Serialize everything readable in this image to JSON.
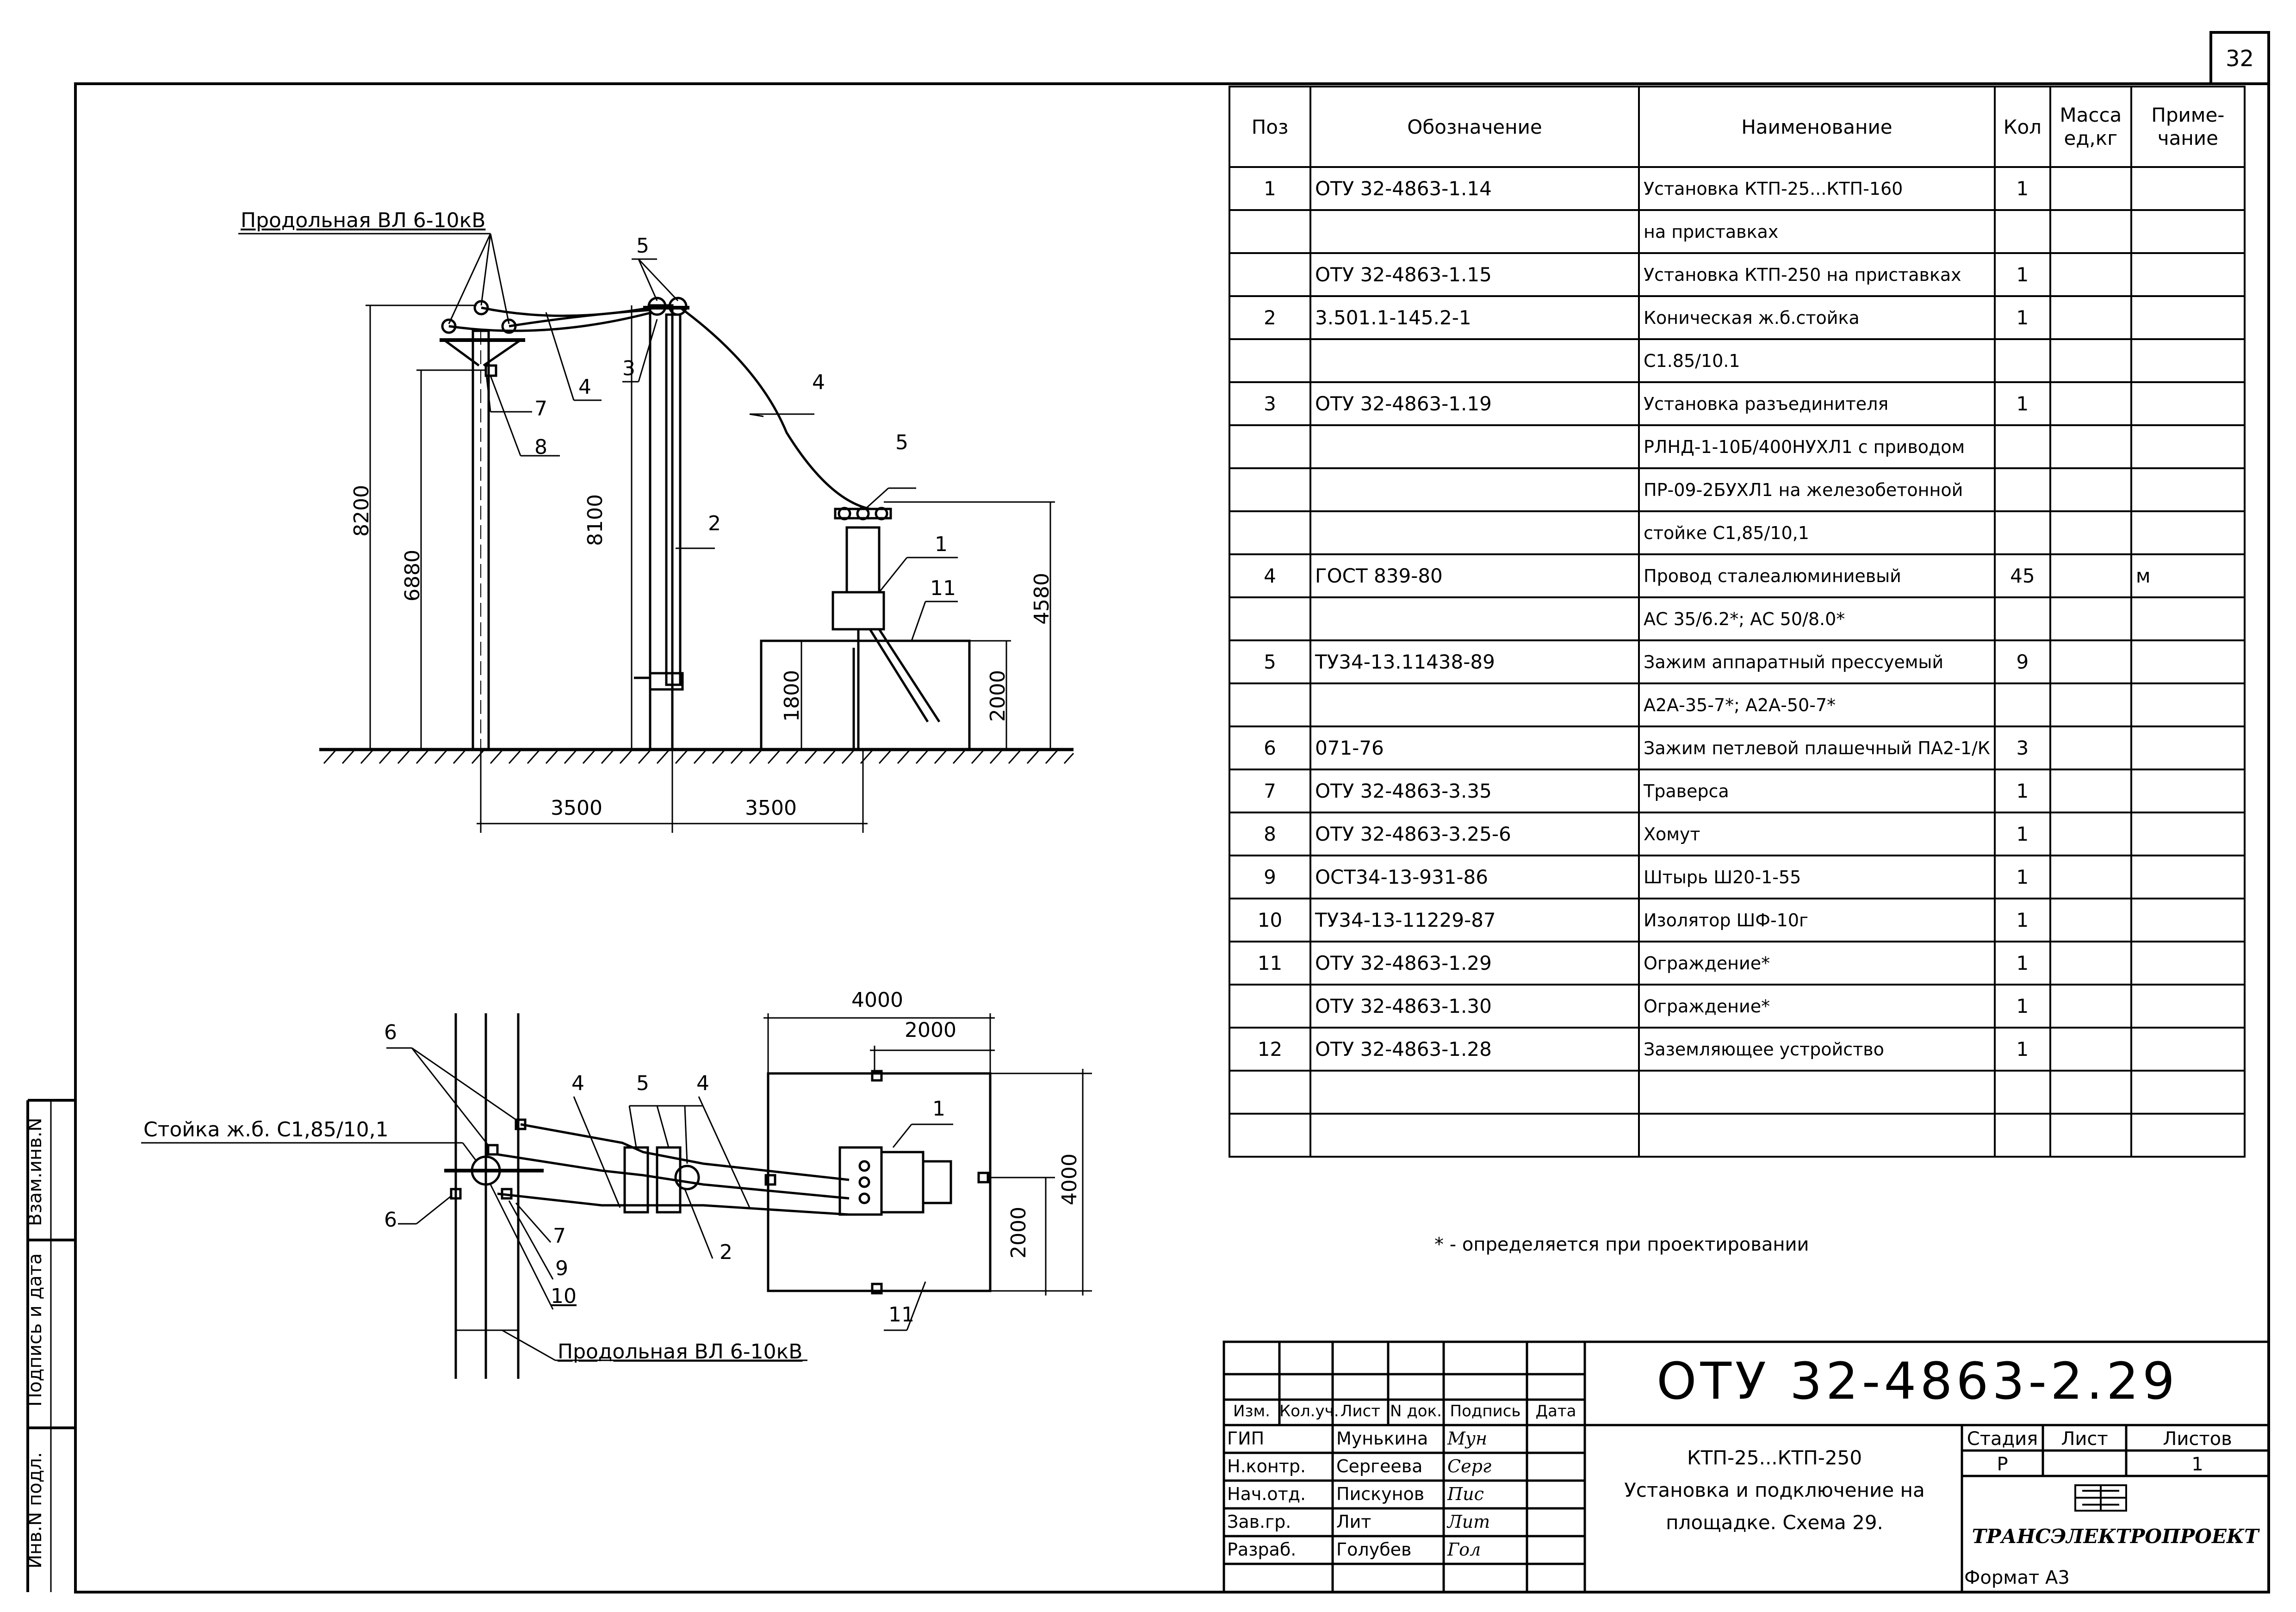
{
  "sheet_number": "32",
  "left_margin_labels": [
    "Инв.N подл.",
    "Подпись и дата",
    "Взам.инв.N"
  ],
  "elevation": {
    "line_label": "Продольная ВЛ 6-10кВ",
    "dims": {
      "h8200": "8200",
      "h6880": "6880",
      "h8100": "8100",
      "h4580": "4580",
      "h1800": "1800",
      "h2000": "2000",
      "w3500a": "3500",
      "w3500b": "3500"
    },
    "callouts": {
      "c5a": "5",
      "c3": "3",
      "c4a": "4",
      "c7": "7",
      "c8": "8",
      "c4b": "4",
      "c2": "2",
      "c5b": "5",
      "c1": "1",
      "c11": "11"
    }
  },
  "plan": {
    "post_label": "Стойка ж.б. С1,85/10,1",
    "line_label": "Продольная ВЛ 6-10кВ",
    "dims": {
      "w4000": "4000",
      "w2000": "2000",
      "h4000": "4000",
      "h2000": "2000"
    },
    "callouts": {
      "c6a": "6",
      "c4a": "4",
      "c5": "5",
      "c4b": "4",
      "c1": "1",
      "c6b": "6",
      "c7": "7",
      "c9": "9",
      "c10": "10",
      "c2": "2",
      "c11": "11"
    }
  },
  "spec_table": {
    "headers": {
      "pos": "Поз",
      "designation": "Обозначение",
      "name": "Наименование",
      "qty": "Кол",
      "mass": "Масса ед,кг",
      "note": "Приме-чание"
    },
    "rows": [
      {
        "pos": "1",
        "designation": "ОТУ 32-4863-1.14",
        "name": "Установка КТП-25...КТП-160",
        "qty": "1",
        "mass": "",
        "note": ""
      },
      {
        "pos": "",
        "designation": "",
        "name": "на приставках",
        "qty": "",
        "mass": "",
        "note": ""
      },
      {
        "pos": "",
        "designation": "ОТУ 32-4863-1.15",
        "name": "Установка КТП-250 на приставках",
        "qty": "1",
        "mass": "",
        "note": ""
      },
      {
        "pos": "2",
        "designation": "3.501.1-145.2-1",
        "name": "Коническая ж.б.стойка",
        "qty": "1",
        "mass": "",
        "note": ""
      },
      {
        "pos": "",
        "designation": "",
        "name": "С1.85/10.1",
        "qty": "",
        "mass": "",
        "note": ""
      },
      {
        "pos": "3",
        "designation": "ОТУ 32-4863-1.19",
        "name": "Установка разъединителя",
        "qty": "1",
        "mass": "",
        "note": ""
      },
      {
        "pos": "",
        "designation": "",
        "name": "РЛНД-1-10Б/400НУХЛ1 с приводом",
        "qty": "",
        "mass": "",
        "note": ""
      },
      {
        "pos": "",
        "designation": "",
        "name": "ПР-09-2БУХЛ1 на железобетонной",
        "qty": "",
        "mass": "",
        "note": ""
      },
      {
        "pos": "",
        "designation": "",
        "name": "стойке С1,85/10,1",
        "qty": "",
        "mass": "",
        "note": ""
      },
      {
        "pos": "4",
        "designation": "ГОСТ 839-80",
        "name": "Провод сталеалюминиевый",
        "qty": "45",
        "mass": "",
        "note": "м"
      },
      {
        "pos": "",
        "designation": "",
        "name": "АС 35/6.2*; АС 50/8.0*",
        "qty": "",
        "mass": "",
        "note": ""
      },
      {
        "pos": "5",
        "designation": "ТУ34-13.11438-89",
        "name": "Зажим аппаратный прессуемый",
        "qty": "9",
        "mass": "",
        "note": ""
      },
      {
        "pos": "",
        "designation": "",
        "name": "А2А-35-7*; А2А-50-7*",
        "qty": "",
        "mass": "",
        "note": ""
      },
      {
        "pos": "6",
        "designation": "071-76",
        "name": "Зажим петлевой плашечный ПА2-1/К",
        "qty": "3",
        "mass": "",
        "note": ""
      },
      {
        "pos": "7",
        "designation": "ОТУ 32-4863-3.35",
        "name": "Траверса",
        "qty": "1",
        "mass": "",
        "note": ""
      },
      {
        "pos": "8",
        "designation": "ОТУ 32-4863-3.25-6",
        "name": "Хомут",
        "qty": "1",
        "mass": "",
        "note": ""
      },
      {
        "pos": "9",
        "designation": "ОСТ34-13-931-86",
        "name": "Штырь Ш20-1-55",
        "qty": "1",
        "mass": "",
        "note": ""
      },
      {
        "pos": "10",
        "designation": "ТУ34-13-11229-87",
        "name": "Изолятор ШФ-10г",
        "qty": "1",
        "mass": "",
        "note": ""
      },
      {
        "pos": "11",
        "designation": "ОТУ 32-4863-1.29",
        "name": "Ограждение*",
        "qty": "1",
        "mass": "",
        "note": ""
      },
      {
        "pos": "",
        "designation": "ОТУ 32-4863-1.30",
        "name": "Ограждение*",
        "qty": "1",
        "mass": "",
        "note": ""
      },
      {
        "pos": "12",
        "designation": "ОТУ 32-4863-1.28",
        "name": "Заземляющее устройство",
        "qty": "1",
        "mass": "",
        "note": ""
      },
      {
        "pos": "",
        "designation": "",
        "name": "",
        "qty": "",
        "mass": "",
        "note": ""
      },
      {
        "pos": "",
        "designation": "",
        "name": "",
        "qty": "",
        "mass": "",
        "note": ""
      }
    ]
  },
  "footnote": "* - определяется при проектировании",
  "title_block": {
    "doc_code": "ОТУ 32-4863-2.29",
    "col_headers": [
      "Изм.",
      "Кол.уч.",
      "Лист",
      "N док.",
      "Подпись",
      "Дата"
    ],
    "people": [
      {
        "role": "ГИП",
        "name": "Мунькина",
        "sign": "Мун"
      },
      {
        "role": "Н.контр.",
        "name": "Сергеева",
        "sign": "Серг"
      },
      {
        "role": "Нач.отд.",
        "name": "Пискунов",
        "sign": "Пис"
      },
      {
        "role": "Зав.гр.",
        "name": "Лит",
        "sign": "Лит"
      },
      {
        "role": "Разраб.",
        "name": "Голубев",
        "sign": "Гол"
      }
    ],
    "description": [
      "КТП-25...КТП-250",
      "Установка и подключение на",
      "площадке. Схема 29."
    ],
    "stage_label": "Стадия",
    "sheet_label": "Лист",
    "sheets_label": "Листов",
    "stage": "Р",
    "sheet": "",
    "sheets": "1",
    "company": "ТРАНСЭЛЕКТРОПРОЕКТ"
  },
  "format_label": "Формат А3"
}
